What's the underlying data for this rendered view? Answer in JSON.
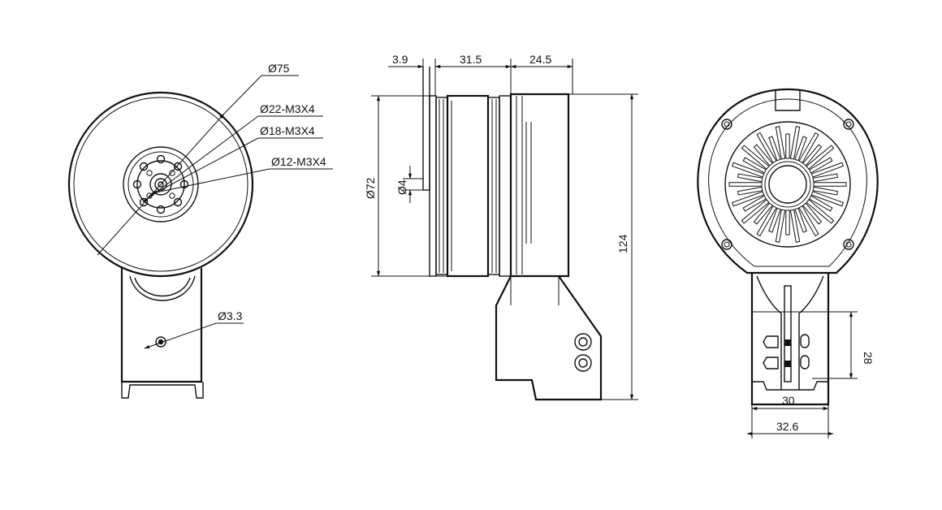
{
  "front_view": {
    "outer_diameter": "Ø75",
    "bolt_circle_22": "Ø22-M3X4",
    "bolt_circle_18": "Ø18-M3X4",
    "bolt_circle_12": "Ø12-M3X4",
    "mount_hole": "Ø3.3"
  },
  "side_view": {
    "shaft_length": "3.9",
    "rotor_length": "31.5",
    "base_length": "24.5",
    "body_diameter": "Ø72",
    "shaft_diameter": "Ø4",
    "overall_height": "124"
  },
  "rear_view": {
    "mount_height": "28",
    "mount_inner_width": "30",
    "mount_outer_width": "32.6"
  }
}
